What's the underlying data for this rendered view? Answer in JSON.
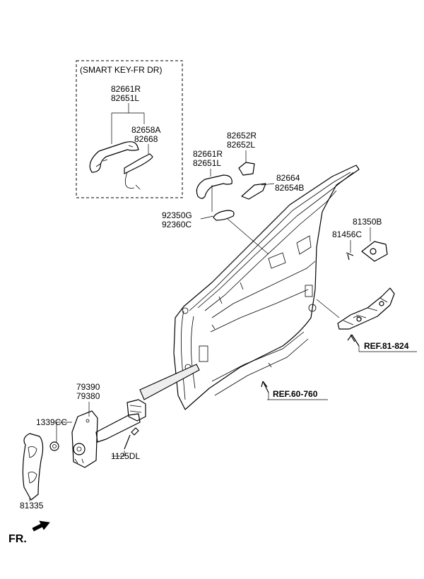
{
  "smart_key_box": {
    "title": "(SMART KEY-FR DR)",
    "handle_r": "82661R",
    "handle_l": "82651L",
    "sensor_a": "82658A",
    "sensor_b": "82668"
  },
  "labels": {
    "cover_r": "82652R",
    "cover_l": "82652L",
    "handle_r": "82661R",
    "handle_l": "82651L",
    "cap_a": "82664",
    "cap_b": "82654B",
    "pad_g": "92350G",
    "pad_c": "92360C",
    "latch": "81350B",
    "screw": "81456C",
    "checker_a": "79390",
    "checker_b": "79380",
    "nut": "1339CC",
    "bolt": "1125DL",
    "striker": "81335"
  },
  "refs": {
    "ref_81": "REF.81-824",
    "ref_60": "REF.60-760"
  },
  "direction": {
    "front": "FR."
  }
}
